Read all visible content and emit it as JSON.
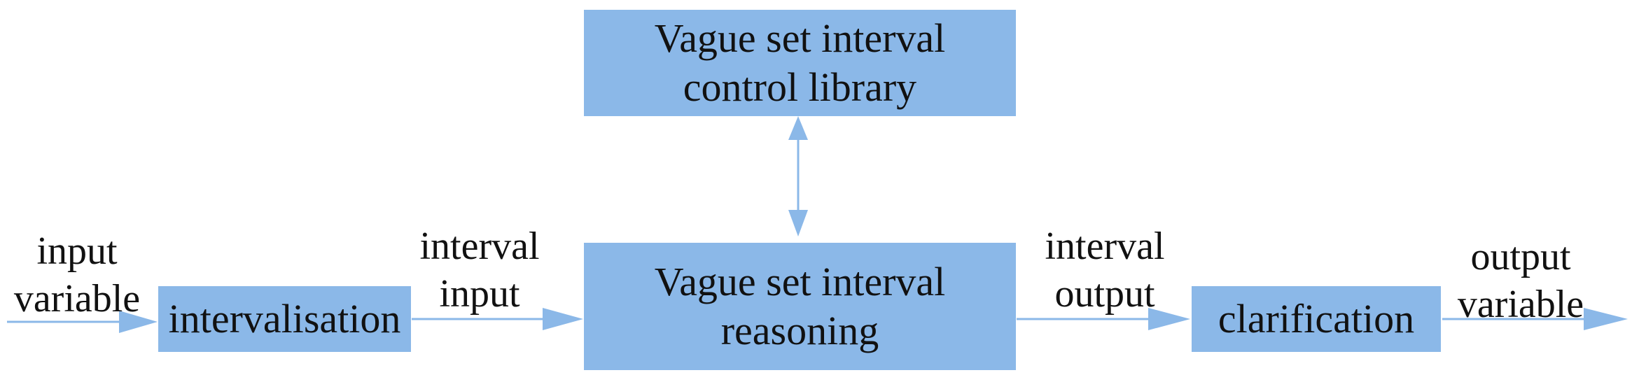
{
  "colors": {
    "box_fill": "#8bb8e8",
    "arrow": "#8bb8e8",
    "text": "#111111"
  },
  "boxes": {
    "control_library": {
      "line1": "Vague set interval",
      "line2": "control library"
    },
    "reasoning": {
      "line1": "Vague set interval",
      "line2": "reasoning"
    },
    "intervalisation": {
      "label": "intervalisation"
    },
    "clarification": {
      "label": "clarification"
    }
  },
  "labels": {
    "input_variable": {
      "line1": "input",
      "line2": "variable"
    },
    "interval_input": {
      "line1": "interval",
      "line2": "input"
    },
    "interval_output": {
      "line1": "interval",
      "line2": "output"
    },
    "output_variable": {
      "line1": "output",
      "line2": "variable"
    }
  }
}
